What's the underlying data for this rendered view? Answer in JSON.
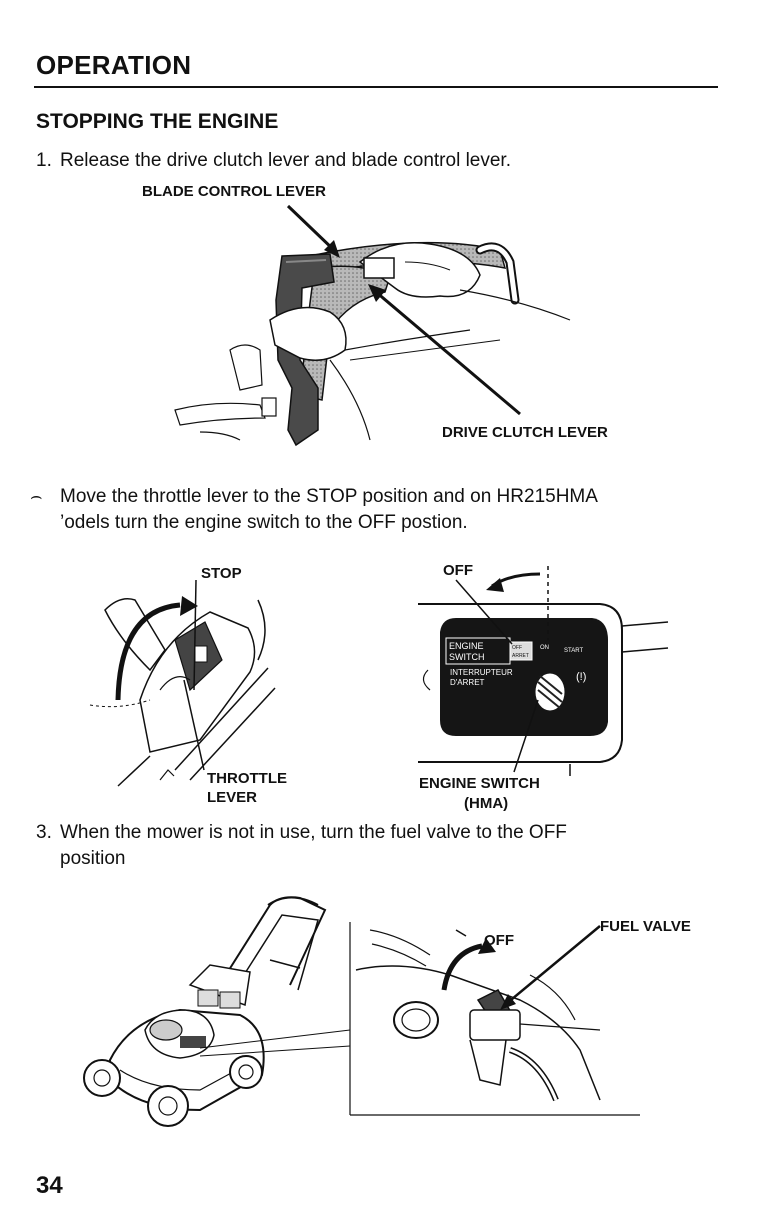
{
  "page": {
    "section_title": "OPERATION",
    "subheading": "STOPPING THE ENGINE",
    "page_number": "34"
  },
  "steps": [
    {
      "number": "1.",
      "text": "Release the drive clutch lever and blade control lever."
    },
    {
      "number": "⌢",
      "text_line1": "Move the throttle lever to the STOP position and on HR215HMA",
      "text_line2": "’odels turn the engine switch to the OFF postion."
    },
    {
      "number": "3.",
      "text_line1": "When the mower is not in use, turn the fuel valve to the OFF",
      "text_line2": "position"
    }
  ],
  "figure1": {
    "label_blade": "BLADE CONTROL LEVER",
    "label_drive": "DRIVE CLUTCH LEVER"
  },
  "figure2": {
    "label_stop": "STOP",
    "label_throttle_line1": "THROTTLE",
    "label_throttle_line2": "LEVER",
    "label_off": "OFF",
    "label_switch_line1": "ENGINE SWITCH",
    "label_switch_line2": "(HMA)",
    "panel_engine": "ENGINE",
    "panel_switch": "SWITCH",
    "panel_off": "OFF",
    "panel_arret": "ARRET",
    "panel_on": "ON",
    "panel_start": "START",
    "panel_interrupteur": "INTERRUPTEUR",
    "panel_darret": "D'ARRET"
  },
  "figure3": {
    "label_off": "OFF",
    "label_fuel_valve": "FUEL VALVE"
  }
}
